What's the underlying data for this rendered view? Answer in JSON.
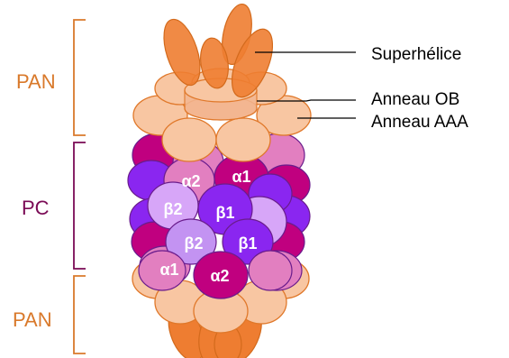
{
  "labels": {
    "pan_top": "PAN",
    "pc": "PC",
    "pan_bottom": "PAN"
  },
  "annotations": {
    "superhelice": "Superhélice",
    "anneau_ob": "Anneau OB",
    "anneau_aaa": "Anneau AAA"
  },
  "subunits": {
    "alpha2_top": "α2",
    "alpha1_top": "α1",
    "beta2_top": "β2",
    "beta1_top": "β1",
    "beta2_bottom": "β2",
    "beta1_bottom": "β1",
    "alpha1_bottom": "α1",
    "alpha2_bottom": "α2"
  },
  "colors": {
    "pan_label": "#d9792b",
    "pc_label": "#7a0a55",
    "bracket_pan": "#d9792b",
    "bracket_pc": "#7a0a55",
    "peach": "#f8c6a2",
    "peach_stroke": "#e0782a",
    "orange_helix": "#ee7d31",
    "magenta": "#c0007f",
    "pink_light": "#e27fc0",
    "violet": "#8a26f0",
    "lavender": "#d7a6f8",
    "lavender_mid": "#c393f2"
  }
}
